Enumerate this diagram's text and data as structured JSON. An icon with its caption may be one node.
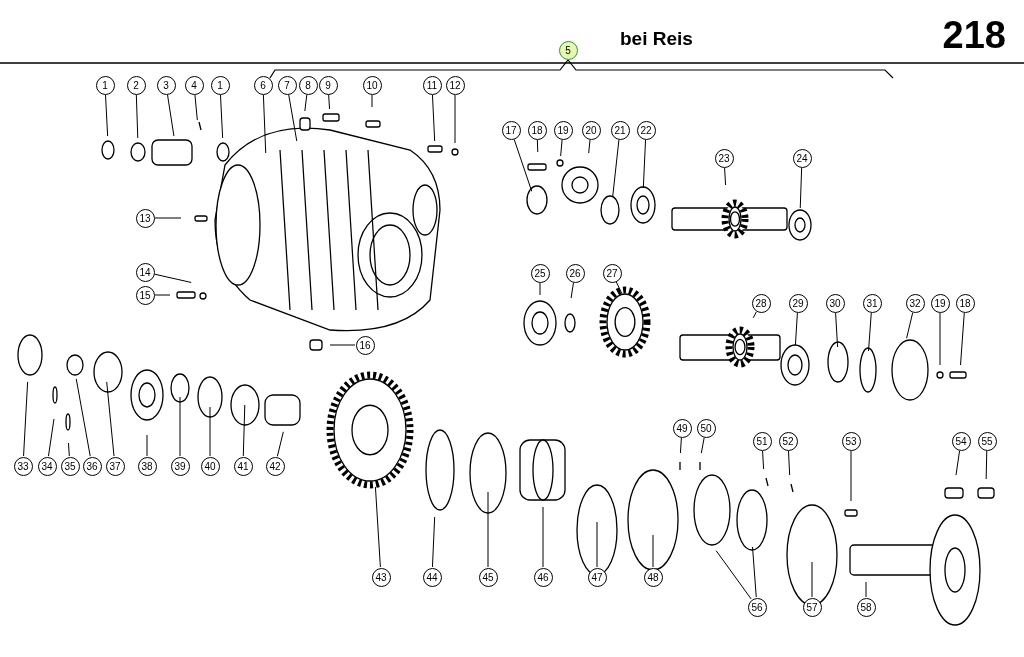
{
  "diagram": {
    "title": "bei Reis",
    "nodes": [
      {
        "text": [
          "5"
        ]
      },
      {
        "text": [
          "1"
        ]
      },
      {
        "text": [
          "2"
        ]
      },
      {
        "text": [
          "3"
        ]
      },
      {
        "text": [
          "4"
        ]
      },
      {
        "text": [
          "1"
        ]
      },
      {
        "text": [
          "6"
        ]
      },
      {
        "text": [
          "7"
        ]
      },
      {
        "text": [
          "8"
        ]
      },
      {
        "text": [
          "9"
        ]
      },
      {
        "text": [
          "10"
        ]
      },
      {
        "text": [
          "11"
        ]
      },
      {
        "text": [
          "12"
        ]
      },
      {
        "text": [
          "17"
        ]
      },
      {
        "text": [
          "18"
        ]
      },
      {
        "text": [
          "19"
        ]
      },
      {
        "text": [
          "20"
        ]
      },
      {
        "text": [
          "21"
        ]
      },
      {
        "text": [
          "22"
        ]
      },
      {
        "text": [
          "23"
        ]
      },
      {
        "text": [
          "24"
        ]
      },
      {
        "text": [
          "13"
        ]
      },
      {
        "text": [
          "14"
        ]
      },
      {
        "text": [
          "15"
        ]
      },
      {
        "text": [
          "25"
        ]
      },
      {
        "text": [
          "26"
        ]
      },
      {
        "text": [
          "27"
        ]
      },
      {
        "text": [
          "28"
        ]
      },
      {
        "text": [
          "29"
        ]
      },
      {
        "text": [
          "30"
        ]
      },
      {
        "text": [
          "31"
        ]
      },
      {
        "text": [
          "32"
        ]
      },
      {
        "text": [
          "19"
        ]
      },
      {
        "text": [
          "18"
        ]
      },
      {
        "text": [
          "16"
        ]
      },
      {
        "text": [
          "33"
        ]
      },
      {
        "text": [
          "34"
        ]
      },
      {
        "text": [
          "35"
        ]
      },
      {
        "text": [
          "36"
        ]
      },
      {
        "text": [
          "37"
        ]
      },
      {
        "text": [
          "38"
        ]
      },
      {
        "text": [
          "39"
        ]
      },
      {
        "text": [
          "40"
        ]
      },
      {
        "text": [
          "41"
        ]
      },
      {
        "text": [
          "42"
        ]
      },
      {
        "text": [
          "49"
        ]
      },
      {
        "text": [
          "50"
        ]
      },
      {
        "text": [
          "51"
        ]
      },
      {
        "text": [
          "52"
        ]
      },
      {
        "text": [
          "53"
        ]
      },
      {
        "text": [
          "54"
        ]
      },
      {
        "text": [
          "55"
        ]
      },
      {
        "text": [
          "43"
        ]
      },
      {
        "text": [
          "44"
        ]
      },
      {
        "text": [
          "45"
        ]
      },
      {
        "text": [
          "46"
        ]
      },
      {
        "text": [
          "47"
        ]
      },
      {
        "text": [
          "48"
        ]
      },
      {
        "text": [
          "56"
        ]
      },
      {
        "text": [
          "57"
        ]
      },
      {
        "text": [
          "58"
        ]
      }
    ],
    "edges": [
      {
        "from": 1,
        "to": null,
        "arrow": "none"
      },
      {
        "from": 2,
        "to": null,
        "arrow": "none"
      },
      {
        "from": 3,
        "to": null,
        "arrow": "none"
      },
      {
        "from": 4,
        "to": null,
        "arrow": "none"
      },
      {
        "from": 5,
        "to": null,
        "arrow": "none"
      },
      {
        "from": 6,
        "to": null,
        "arrow": "none"
      },
      {
        "from": 7,
        "to": null,
        "arrow": "none"
      },
      {
        "from": 8,
        "to": null,
        "arrow": "none"
      },
      {
        "from": 9,
        "to": null,
        "arrow": "none"
      },
      {
        "from": 10,
        "to": null,
        "arrow": "none"
      },
      {
        "from": 11,
        "to": null,
        "arrow": "none"
      },
      {
        "from": 12,
        "to": null,
        "arrow": "none"
      },
      {
        "from": 13,
        "to": null,
        "arrow": "none"
      },
      {
        "from": 14,
        "to": null,
        "arrow": "none"
      },
      {
        "from": 15,
        "to": null,
        "arrow": "none"
      },
      {
        "from": 16,
        "to": null,
        "arrow": "none"
      },
      {
        "from": 17,
        "to": null,
        "arrow": "none"
      },
      {
        "from": 18,
        "to": null,
        "arrow": "none"
      },
      {
        "from": 19,
        "to": null,
        "arrow": "none"
      },
      {
        "from": 20,
        "to": null,
        "arrow": "none"
      },
      {
        "from": 21,
        "to": null,
        "arrow": "none"
      },
      {
        "from": 22,
        "to": null,
        "arrow": "none"
      },
      {
        "from": 23,
        "to": null,
        "arrow": "none"
      },
      {
        "from": 24,
        "to": null,
        "arrow": "none"
      },
      {
        "from": 25,
        "to": null,
        "arrow": "none"
      },
      {
        "from": 26,
        "to": null,
        "arrow": "none"
      },
      {
        "from": 27,
        "to": null,
        "arrow": "none"
      },
      {
        "from": 28,
        "to": null,
        "arrow": "none"
      },
      {
        "from": 29,
        "to": null,
        "arrow": "none"
      },
      {
        "from": 30,
        "to": null,
        "arrow": "none"
      },
      {
        "from": 31,
        "to": null,
        "arrow": "none"
      },
      {
        "from": 32,
        "to": null,
        "arrow": "none"
      },
      {
        "from": 33,
        "to": null,
        "arrow": "none"
      },
      {
        "from": 34,
        "to": null,
        "arrow": "none"
      },
      {
        "from": 35,
        "to": null,
        "arrow": "none"
      },
      {
        "from": 36,
        "to": null,
        "arrow": "none"
      },
      {
        "from": 37,
        "to": null,
        "arrow": "none"
      },
      {
        "from": 38,
        "to": null,
        "arrow": "none"
      },
      {
        "from": 39,
        "to": null,
        "arrow": "none"
      },
      {
        "from": 40,
        "to": null,
        "arrow": "none"
      },
      {
        "from": 41,
        "to": null,
        "arrow": "none"
      },
      {
        "from": 42,
        "to": null,
        "arrow": "none"
      },
      {
        "from": 43,
        "to": null,
        "arrow": "none"
      },
      {
        "from": 44,
        "to": null,
        "arrow": "none"
      },
      {
        "from": 45,
        "to": null,
        "arrow": "none"
      },
      {
        "from": 46,
        "to": null,
        "arrow": "none"
      },
      {
        "from": 47,
        "to": null,
        "arrow": "none"
      },
      {
        "from": 48,
        "to": null,
        "arrow": "none"
      },
      {
        "from": 49,
        "to": null,
        "arrow": "none"
      },
      {
        "from": 50,
        "to": null,
        "arrow": "none"
      },
      {
        "from": 51,
        "to": null,
        "arrow": "none"
      },
      {
        "from": 52,
        "to": null,
        "arrow": "none"
      },
      {
        "from": 53,
        "to": null,
        "arrow": "none"
      },
      {
        "from": 54,
        "to": null,
        "arrow": "none"
      },
      {
        "from": 55,
        "to": null,
        "arrow": "none"
      },
      {
        "from": 56,
        "to": null,
        "arrow": "none"
      },
      {
        "from": 57,
        "to": null,
        "arrow": "none"
      },
      {
        "from": 58,
        "to": null,
        "arrow": "none"
      },
      {
        "from": 58,
        "to": null,
        "arrow": "none"
      },
      {
        "from": 59,
        "to": null,
        "arrow": "none"
      },
      {
        "from": 60,
        "to": null,
        "arrow": "none"
      }
    ],
    "labels": [
      "218"
    ]
  }
}
